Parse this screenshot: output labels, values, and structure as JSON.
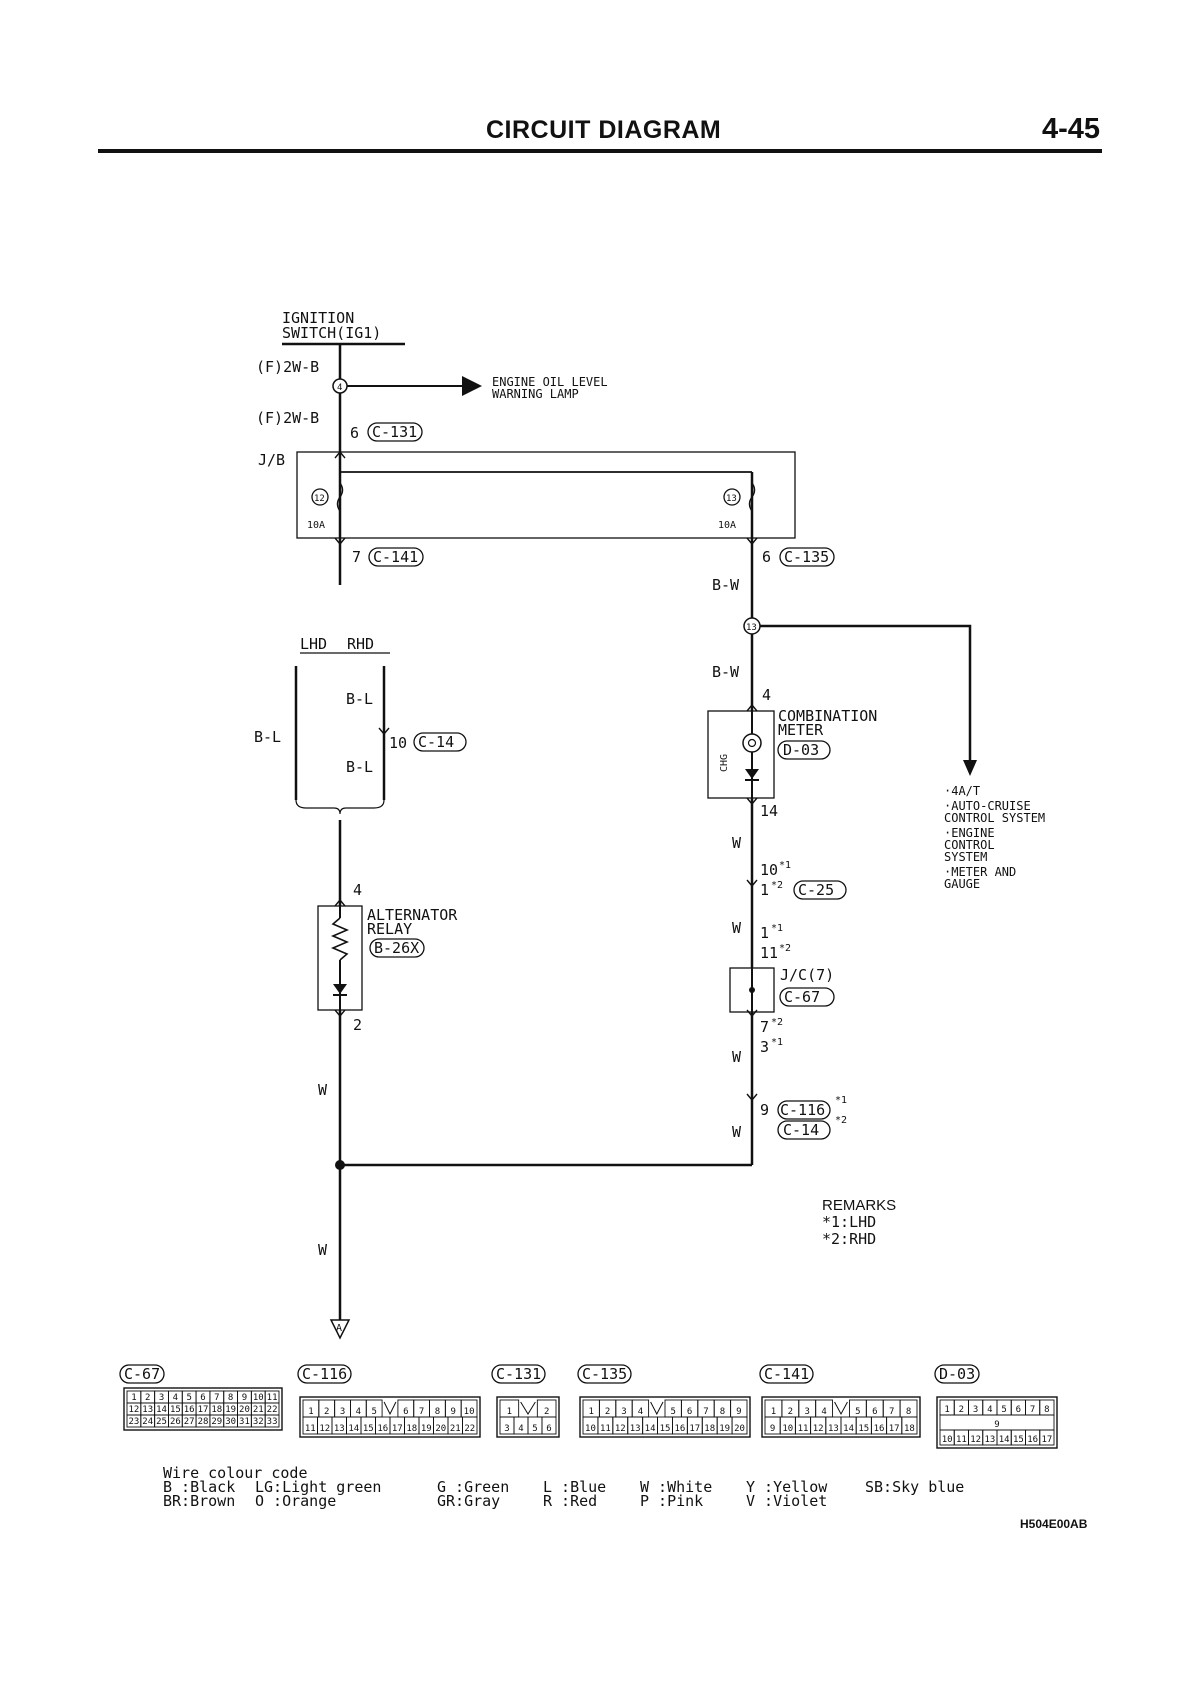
{
  "header": {
    "title": "CIRCUIT DIAGRAM",
    "page_number": "4-45"
  },
  "diagram": {
    "ignition_switch": [
      "IGNITION",
      "SWITCH(IG1)"
    ],
    "wire_labels": {
      "f_2wb_1": "(F)2W-B",
      "f_2wb_2": "(F)2W-B",
      "bw_1": "B-W",
      "bw_2": "B-W",
      "bl_left": "B-L",
      "bl_upper": "B-L",
      "bl_lower": "B-L",
      "w_left_1": "W",
      "w_left_2": "W",
      "w_right_1": "W",
      "w_right_2": "W",
      "w_right_3": "W",
      "w_right_4": "W"
    },
    "engine_oil": [
      "ENGINE OIL LEVEL",
      "WARNING LAMP"
    ],
    "jb_label": "J/B",
    "splice_4": "4",
    "splice_13": "13",
    "fuse_12": "12",
    "fuse_13": "13",
    "fuse_amp_12": "10A",
    "fuse_amp_13": "10A",
    "pins": {
      "c131_pin": "6",
      "c141_pin": "7",
      "c135_pin": "6",
      "c14_pin": "10",
      "meter_in": "4",
      "meter_out": "14",
      "relay_in": "4",
      "relay_out": "2",
      "c25_p1": "10",
      "c25_p2": "1",
      "jc_p1": "1",
      "jc_p2": "11",
      "jc_p3": "7",
      "jc_p4": "3",
      "c116_pin": "9"
    },
    "marks": {
      "m1": "*1",
      "m2": "*2"
    },
    "connectors": {
      "c131": "C-131",
      "c141": "C-141",
      "c135": "C-135",
      "c14": "C-14",
      "d03": "D-03",
      "c25": "C-25",
      "b26x": "B-26X",
      "c67": "C-67",
      "c116": "C-116",
      "c14b": "C-14"
    },
    "lhd": "LHD",
    "rhd": "RHD",
    "combination_meter": [
      "COMBINATION",
      "METER"
    ],
    "chg": "CHG",
    "alternator_relay": [
      "ALTERNATOR",
      "RELAY"
    ],
    "jc": "J/C(7)",
    "ground": "A",
    "systems": [
      "·4A/T",
      "·AUTO-CRUISE",
      " CONTROL SYSTEM",
      "·ENGINE",
      " CONTROL",
      " SYSTEM",
      "·METER AND",
      " GAUGE"
    ],
    "remarks": [
      "REMARKS",
      "*1:LHD",
      "*2:RHD"
    ]
  },
  "connector_faces": {
    "c67": {
      "label": "C-67",
      "rows": [
        [
          "1",
          "2",
          "3",
          "4",
          "5",
          "6",
          "7",
          "8",
          "9",
          "10",
          "11"
        ],
        [
          "12",
          "13",
          "14",
          "15",
          "16",
          "17",
          "18",
          "19",
          "20",
          "21",
          "22"
        ],
        [
          "23",
          "24",
          "25",
          "26",
          "27",
          "28",
          "29",
          "30",
          "31",
          "32",
          "33"
        ]
      ]
    },
    "c116": {
      "label": "C-116",
      "rows": [
        [
          "1",
          "2",
          "3",
          "4",
          "5",
          "",
          "6",
          "7",
          "8",
          "9",
          "10"
        ],
        [
          "11",
          "12",
          "13",
          "14",
          "15",
          "16",
          "17",
          "18",
          "19",
          "20",
          "21",
          "22"
        ]
      ]
    },
    "c131": {
      "label": "C-131",
      "rows": [
        [
          "1",
          "",
          "2"
        ],
        [
          "3",
          "4",
          "5",
          "6"
        ]
      ]
    },
    "c135": {
      "label": "C-135",
      "rows": [
        [
          "1",
          "2",
          "3",
          "4",
          "",
          "5",
          "6",
          "7",
          "8",
          "9"
        ],
        [
          "10",
          "11",
          "12",
          "13",
          "14",
          "15",
          "16",
          "17",
          "18",
          "19",
          "20"
        ]
      ]
    },
    "c141": {
      "label": "C-141",
      "rows": [
        [
          "1",
          "2",
          "3",
          "4",
          "",
          "5",
          "6",
          "7",
          "8"
        ],
        [
          "9",
          "10",
          "11",
          "12",
          "13",
          "14",
          "15",
          "16",
          "17",
          "18"
        ]
      ]
    },
    "d03": {
      "label": "D-03",
      "rows": [
        [
          "1",
          "2",
          "3",
          "4",
          "5",
          "6",
          "7",
          "8"
        ],
        [
          "9"
        ],
        [
          "10",
          "11",
          "12",
          "13",
          "14",
          "15",
          "16",
          "17"
        ]
      ]
    }
  },
  "wire_colour_code": {
    "title": "Wire colour code",
    "row1": [
      "B :Black",
      "LG:Light green",
      "G :Green",
      "L :Blue",
      "W :White",
      "Y :Yellow",
      "SB:Sky blue"
    ],
    "row2": [
      "BR:Brown",
      "O :Orange",
      "GR:Gray",
      "R :Red",
      "P :Pink",
      "V :Violet"
    ]
  },
  "figure_code": "H504E00AB"
}
